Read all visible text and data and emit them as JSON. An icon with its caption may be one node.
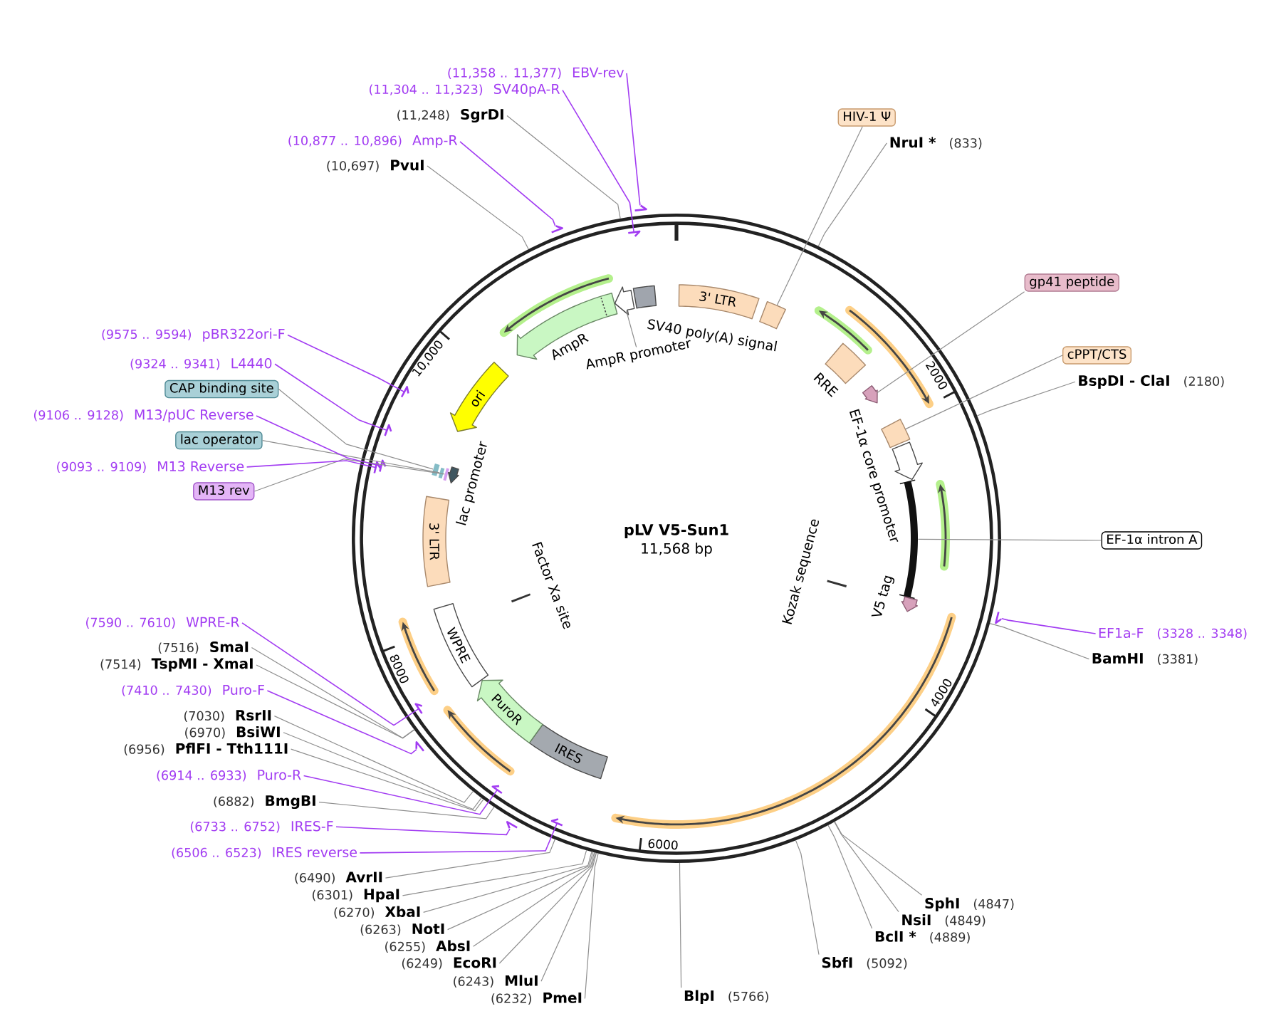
{
  "diagram": {
    "title": "pLV V5-Sun1",
    "nodes": [
      {
        "text": [],
        "shape": "circle"
      },
      {
        "text": [
          "3' LTR"
        ],
        "in": 0
      },
      {
        "text": [],
        "shape": "box",
        "in": 0
      },
      {
        "text": [],
        "shape": "box",
        "beside": [
          "RRE"
        ],
        "in": 0
      },
      {
        "text": [],
        "shape": "arrow",
        "in": 0
      },
      {
        "text": [],
        "shape": "box",
        "in": 0
      },
      {
        "text": [],
        "shape": "arrow",
        "beside": [
          "EF-1α core promoter"
        ],
        "in": 0
      },
      {
        "text": [],
        "shape": "bar",
        "in": 0
      },
      {
        "text": [],
        "shape": "arrow",
        "beside": [
          "V5 tag"
        ],
        "in": 0
      },
      {
        "text": [],
        "shape": "bar",
        "beside": [
          "Kozak sequence"
        ],
        "in": 0
      },
      {
        "text": [
          "IRES"
        ],
        "in": 0
      },
      {
        "text": [
          "PuroR"
        ],
        "in": 0
      },
      {
        "text": [
          "WPRE"
        ],
        "in": 0
      },
      {
        "text": [],
        "shape": "bar",
        "beside": [
          "Factor Xa site"
        ],
        "in": 0
      },
      {
        "text": [
          "3' LTR"
        ],
        "in": 0
      },
      {
        "text": [],
        "shape": "bar",
        "in": 0
      },
      {
        "text": [],
        "shape": "bar",
        "in": 0
      },
      {
        "text": [],
        "shape": "arrow",
        "beside": [
          "lac promoter"
        ],
        "in": 0
      },
      {
        "text": [],
        "shape": "bar",
        "in": 0
      },
      {
        "text": [
          "ori"
        ],
        "in": 0
      },
      {
        "text": [],
        "shape": "arrow",
        "beside": [
          "AmpR"
        ],
        "in": 0
      },
      {
        "text": [],
        "shape": "arrow",
        "in": 0
      },
      {
        "text": [],
        "shape": "box",
        "in": 0
      },
      {
        "text": [
          "AmpR promoter"
        ],
        "in": 0
      },
      {
        "text": [],
        "shape": "arrow"
      },
      {
        "text": [],
        "shape": "arrow",
        "in": 0
      },
      {
        "text": [],
        "shape": "arrow"
      },
      {
        "text": [],
        "shape": "arrow",
        "in": 0
      },
      {
        "text": [],
        "shape": "arrow"
      },
      {
        "text": [],
        "shape": "arrow",
        "in": 0
      },
      {
        "text": [],
        "shape": "arrow",
        "in": 0
      },
      {
        "text": [],
        "shape": "arrow",
        "in": 0
      },
      {
        "text": [],
        "shape": "arrow",
        "in": 0
      },
      {
        "text": [],
        "shape": "arrow",
        "in": 0
      },
      {
        "text": [],
        "shape": "arrow"
      },
      {
        "text": [],
        "shape": "arrow",
        "in": 0
      },
      {
        "text": [],
        "shape": "arrow"
      },
      {
        "text": [
          "HIV-1 Ψ"
        ]
      },
      {
        "text": [
          "NruI *",
          "(833)"
        ]
      },
      {
        "text": [
          "gp41 peptide"
        ]
      },
      {
        "text": [
          "cPPT/CTS"
        ]
      },
      {
        "text": [
          "BspDI - ClaI",
          "(2180)"
        ]
      },
      {
        "text": [
          "EF-1α intron A"
        ]
      },
      {
        "text": [
          "EF1a-F",
          "(3328 .. 3348)"
        ]
      },
      {
        "text": [
          "BamHI",
          "(3381)"
        ]
      },
      {
        "text": [
          "SphI",
          "(4847)"
        ]
      },
      {
        "text": [
          "NsiI",
          "(4849)"
        ]
      },
      {
        "text": [
          "BclI *",
          "(4889)"
        ]
      },
      {
        "text": [
          "SbfI",
          "(5092)"
        ]
      },
      {
        "text": [
          "BlpI",
          "(5766)"
        ]
      },
      {
        "text": [
          "(6232)",
          "PmeI"
        ]
      },
      {
        "text": [
          "(6243)",
          "MluI"
        ]
      },
      {
        "text": [
          "(6249)",
          "EcoRI"
        ]
      },
      {
        "text": [
          "(6255)",
          "AbsI"
        ]
      },
      {
        "text": [
          "(6263)",
          "NotI"
        ]
      },
      {
        "text": [
          "(6270)",
          "XbaI"
        ]
      },
      {
        "text": [
          "(6301)",
          "HpaI"
        ]
      },
      {
        "text": [
          "(6490)",
          "AvrII"
        ]
      },
      {
        "text": [
          "(6506 .. 6523)",
          "IRES reverse"
        ]
      },
      {
        "text": [
          "(6733 .. 6752)",
          "IRES-F"
        ]
      },
      {
        "text": [
          "(6882)",
          "BmgBI"
        ]
      },
      {
        "text": [
          "(6914 .. 6933)",
          "Puro-R"
        ]
      },
      {
        "text": [
          "(6956)",
          "PflFI - Tth111I"
        ]
      },
      {
        "text": [
          "(6970)",
          "BsiWI"
        ]
      },
      {
        "text": [
          "(7030)",
          "RsrII"
        ]
      },
      {
        "text": [
          "(7410 .. 7430)",
          "Puro-F"
        ]
      },
      {
        "text": [
          "(7514)",
          "TspMI - XmaI"
        ]
      },
      {
        "text": [
          "(7516)",
          "SmaI"
        ]
      },
      {
        "text": [
          "(7590 .. 7610)",
          "WPRE-R"
        ]
      },
      {
        "text": [
          "M13 rev"
        ]
      },
      {
        "text": [
          "(9093 .. 9109)",
          "M13 Reverse"
        ]
      },
      {
        "text": [
          "lac operator"
        ]
      },
      {
        "text": [
          "(9106 .. 9128)",
          "M13/pUC Reverse"
        ]
      },
      {
        "text": [
          "CAP binding site"
        ]
      },
      {
        "text": [
          "(9324 .. 9341)",
          "L4440"
        ]
      },
      {
        "text": [
          "(9575 .. 9594)",
          "pBR322ori-F"
        ]
      },
      {
        "text": [
          "(10,697)",
          "PvuI"
        ]
      },
      {
        "text": [
          "(10,877 .. 10,896)",
          "Amp-R"
        ]
      },
      {
        "text": [
          "(11,248)",
          "SgrDI"
        ]
      },
      {
        "text": [
          "(11,304 .. 11,323)",
          "SV40pA-R"
        ]
      },
      {
        "text": [
          "(11,358 .. 11,377)",
          "EBV-rev"
        ]
      }
    ],
    "edges": [
      {
        "from": 23,
        "to": 21,
        "arrow": "none"
      },
      {
        "from": 37,
        "to": 2,
        "arrow": "none"
      },
      {
        "from": 38,
        "to": 0,
        "arrow": "none"
      },
      {
        "from": 39,
        "to": 4,
        "arrow": "none"
      },
      {
        "from": 40,
        "to": 5,
        "arrow": "none"
      },
      {
        "from": 41,
        "to": 0,
        "arrow": "none"
      },
      {
        "from": 42,
        "to": 7,
        "arrow": "none"
      },
      {
        "from": 43,
        "to": 24,
        "arrow": "none",
        "color": "#a23cf2"
      },
      {
        "from": 44,
        "to": 0,
        "arrow": "none"
      },
      {
        "from": 45,
        "to": 0,
        "arrow": "none"
      },
      {
        "from": 46,
        "to": 0,
        "arrow": "none"
      },
      {
        "from": 47,
        "to": 0,
        "arrow": "none"
      },
      {
        "from": 48,
        "to": 0,
        "arrow": "none"
      },
      {
        "from": 49,
        "to": 0,
        "arrow": "none"
      },
      {
        "from": 50,
        "to": 0,
        "arrow": "none"
      },
      {
        "from": 51,
        "to": 0,
        "arrow": "none"
      },
      {
        "from": 52,
        "to": 0,
        "arrow": "none"
      },
      {
        "from": 53,
        "to": 0,
        "arrow": "none"
      },
      {
        "from": 54,
        "to": 0,
        "arrow": "none"
      },
      {
        "from": 55,
        "to": 0,
        "arrow": "none"
      },
      {
        "from": 56,
        "to": 0,
        "arrow": "none"
      },
      {
        "from": 57,
        "to": 0,
        "arrow": "none"
      },
      {
        "from": 58,
        "to": 25,
        "arrow": "none",
        "color": "#a23cf2"
      },
      {
        "from": 59,
        "to": 26,
        "arrow": "none",
        "color": "#a23cf2"
      },
      {
        "from": 60,
        "to": 0,
        "arrow": "none"
      },
      {
        "from": 61,
        "to": 27,
        "arrow": "none",
        "color": "#a23cf2"
      },
      {
        "from": 62,
        "to": 0,
        "arrow": "none"
      },
      {
        "from": 63,
        "to": 0,
        "arrow": "none"
      },
      {
        "from": 64,
        "to": 0,
        "arrow": "none"
      },
      {
        "from": 65,
        "to": 28,
        "arrow": "none",
        "color": "#a23cf2"
      },
      {
        "from": 66,
        "to": 0,
        "arrow": "none"
      },
      {
        "from": 67,
        "to": 0,
        "arrow": "none"
      },
      {
        "from": 68,
        "to": 29,
        "arrow": "none",
        "color": "#a23cf2"
      },
      {
        "from": 69,
        "to": 15,
        "arrow": "none"
      },
      {
        "from": 70,
        "to": 30,
        "arrow": "none",
        "color": "#a23cf2"
      },
      {
        "from": 71,
        "to": 16,
        "arrow": "none"
      },
      {
        "from": 72,
        "to": 31,
        "arrow": "none",
        "color": "#a23cf2"
      },
      {
        "from": 73,
        "to": 18,
        "arrow": "none"
      },
      {
        "from": 74,
        "to": 32,
        "arrow": "none",
        "color": "#a23cf2"
      },
      {
        "from": 75,
        "to": 33,
        "arrow": "none",
        "color": "#a23cf2"
      },
      {
        "from": 76,
        "to": 0,
        "arrow": "none"
      },
      {
        "from": 77,
        "to": 34,
        "arrow": "none",
        "color": "#a23cf2"
      },
      {
        "from": 78,
        "to": 0,
        "arrow": "none"
      },
      {
        "from": 79,
        "to": 35,
        "arrow": "none",
        "color": "#a23cf2"
      },
      {
        "from": 80,
        "to": 36,
        "arrow": "none",
        "color": "#a23cf2"
      }
    ],
    "labels": [
      "11,568 bp",
      "SV40 poly(A) signal",
      "2000",
      "4000",
      "6000",
      "8000",
      "10,000"
    ]
  }
}
